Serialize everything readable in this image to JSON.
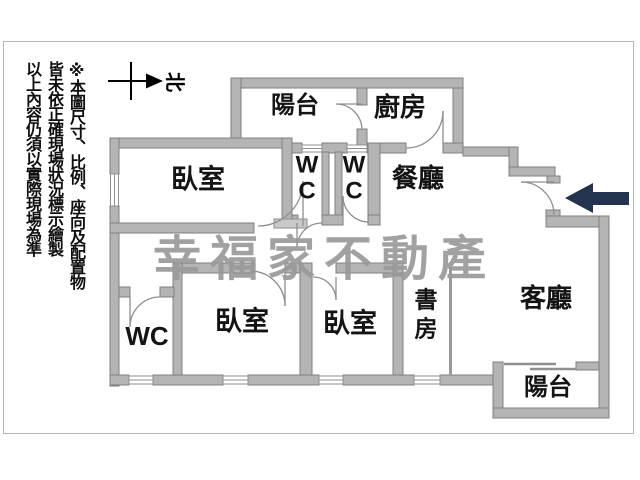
{
  "disclaimer": {
    "text": "※本圖尺寸、比例、座向及配置物\n皆未依正確現場狀況標示繪製\n以上內容仍須以實際現場為準"
  },
  "north": {
    "label": "北"
  },
  "watermark": {
    "text": "幸福家不動產",
    "color": "#9a9a9a"
  },
  "entrance": {
    "direction": "left",
    "arrow_color": "#24344f"
  },
  "palette": {
    "wall_fill": "#b4b4b4",
    "wall_stroke": "#7f7f7f",
    "thin_line": "#8f8f8f",
    "label_color": "#141414",
    "frame_border": "#b5b5b5"
  },
  "rooms": {
    "balcony_top": {
      "label": "陽台"
    },
    "kitchen": {
      "label": "廚房"
    },
    "bedroom_top": {
      "label": "臥室"
    },
    "wc_top_left": {
      "label": "W\nC"
    },
    "wc_top_right": {
      "label": "W\nC"
    },
    "dining": {
      "label": "餐廳"
    },
    "living": {
      "label": "客廳"
    },
    "study": {
      "label": "書\n房"
    },
    "bedroom_bottom_left": {
      "label": "臥室"
    },
    "bedroom_bottom_mid": {
      "label": "臥室"
    },
    "wc_bottom": {
      "label": "WC"
    },
    "balcony_bottom": {
      "label": "陽台"
    }
  }
}
